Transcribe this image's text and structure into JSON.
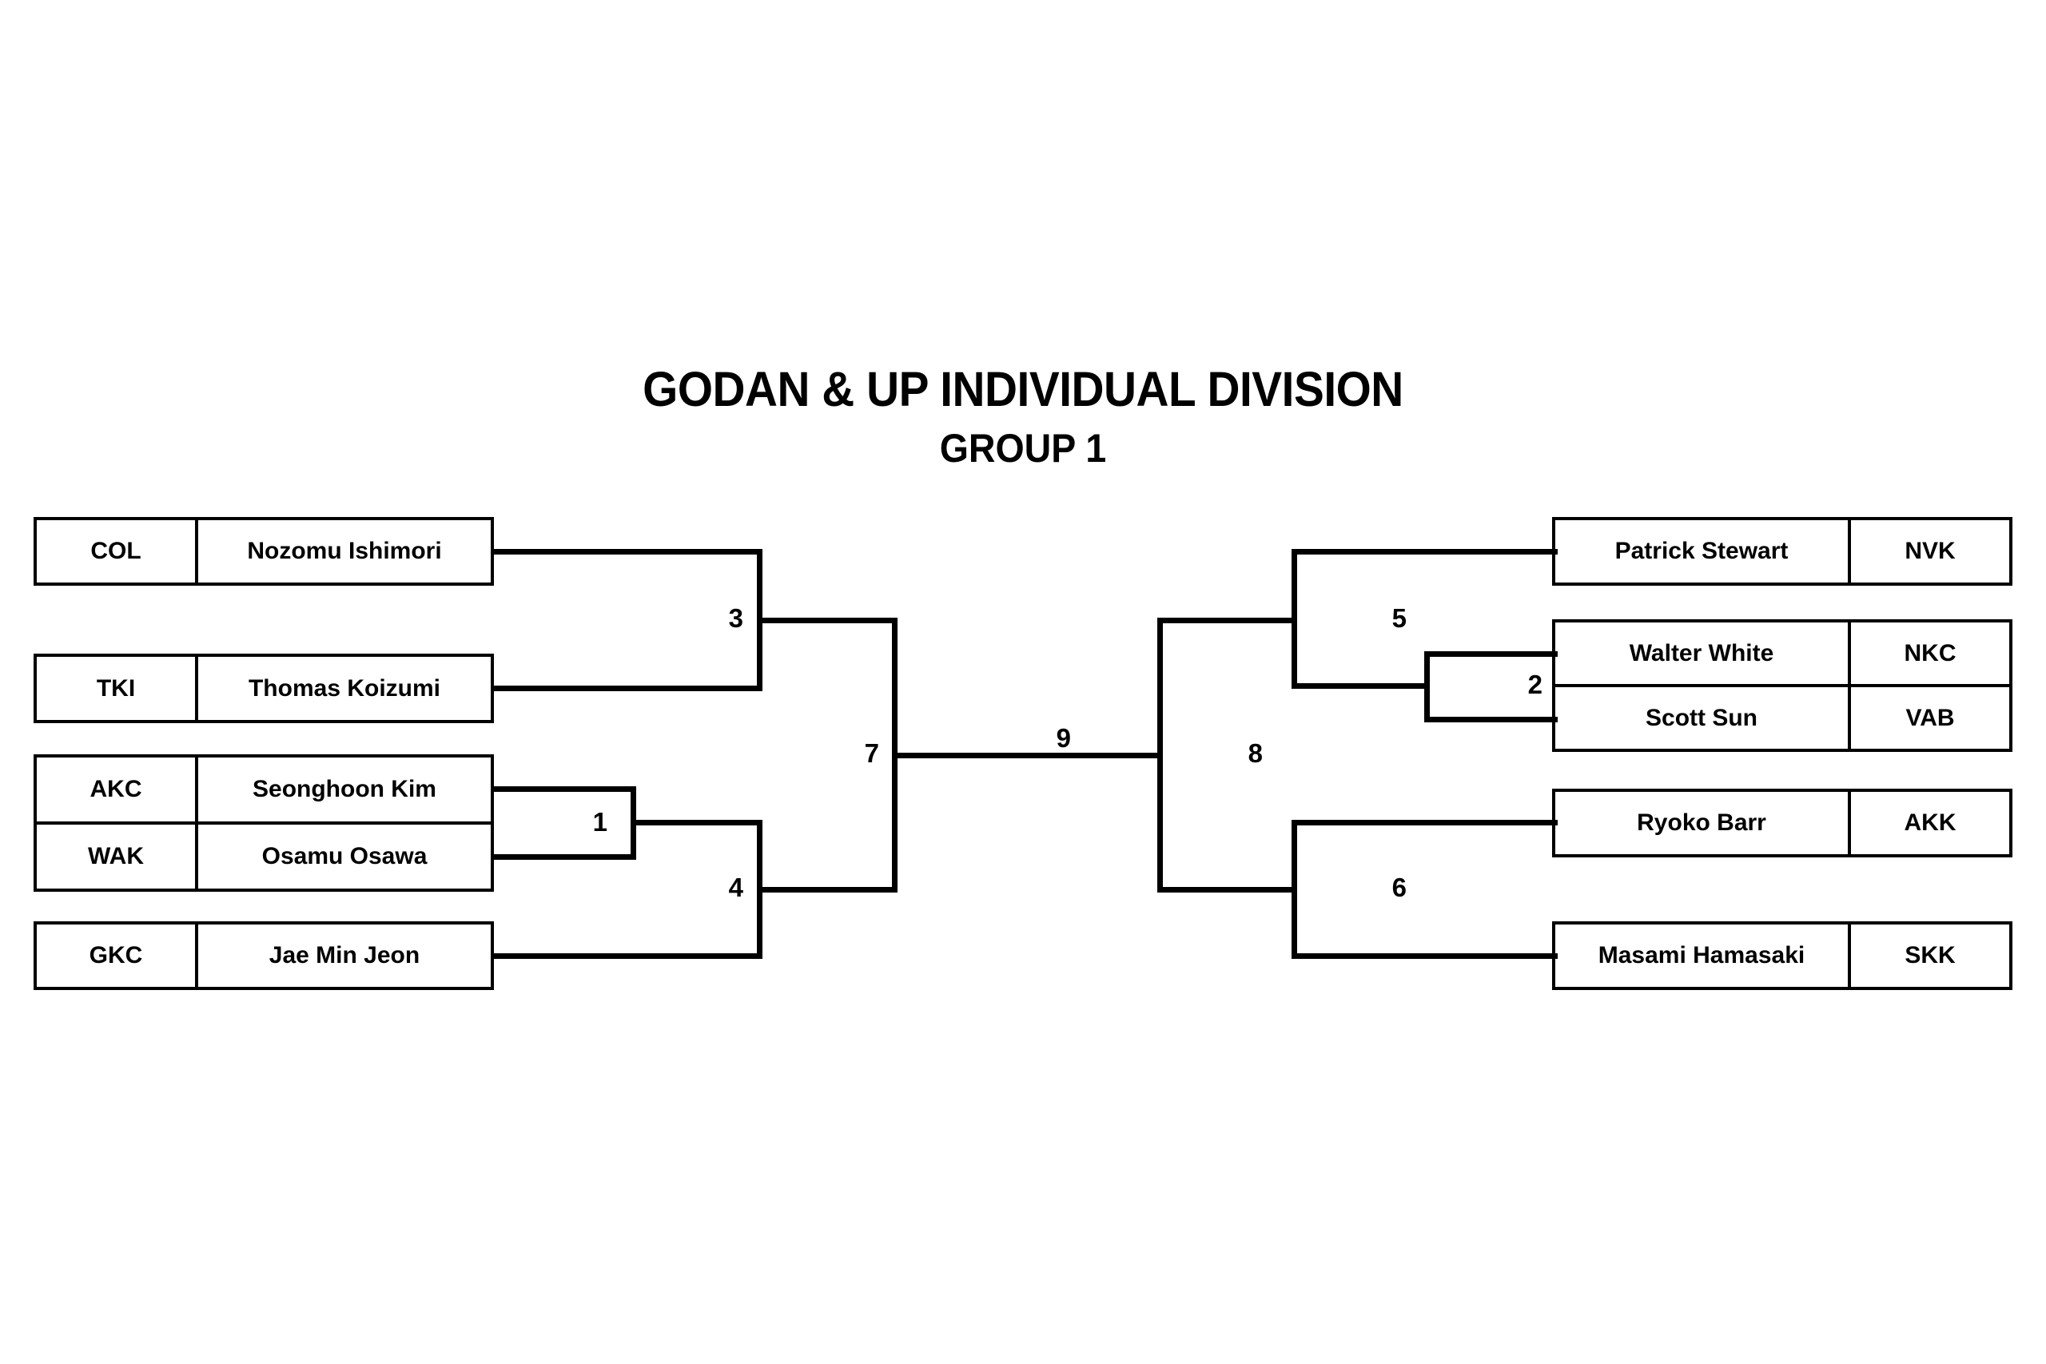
{
  "title": {
    "main": "GODAN & UP INDIVIDUAL DIVISION",
    "sub": "GROUP 1"
  },
  "bracket": {
    "left_competitors": [
      {
        "code": "COL",
        "name": "Nozomu Ishimori"
      },
      {
        "code": "TKI",
        "name": "Thomas Koizumi"
      },
      {
        "code": "AKC",
        "name": "Seonghoon Kim"
      },
      {
        "code": "WAK",
        "name": "Osamu Osawa"
      },
      {
        "code": "GKC",
        "name": "Jae Min Jeon"
      }
    ],
    "right_competitors": [
      {
        "name": "Patrick Stewart",
        "code": "NVK"
      },
      {
        "name": "Walter White",
        "code": "NKC"
      },
      {
        "name": "Scott Sun",
        "code": "VAB"
      },
      {
        "name": "Ryoko Barr",
        "code": "AKK"
      },
      {
        "name": "Masami Hamasaki",
        "code": "SKK"
      }
    ],
    "match_numbers": {
      "m1": "1",
      "m2": "2",
      "m3": "3",
      "m4": "4",
      "m5": "5",
      "m6": "6",
      "m7": "7",
      "m8": "8",
      "m9": "9"
    }
  },
  "colors": {
    "line": "#000000",
    "background": "#ffffff",
    "text": "#000000"
  }
}
